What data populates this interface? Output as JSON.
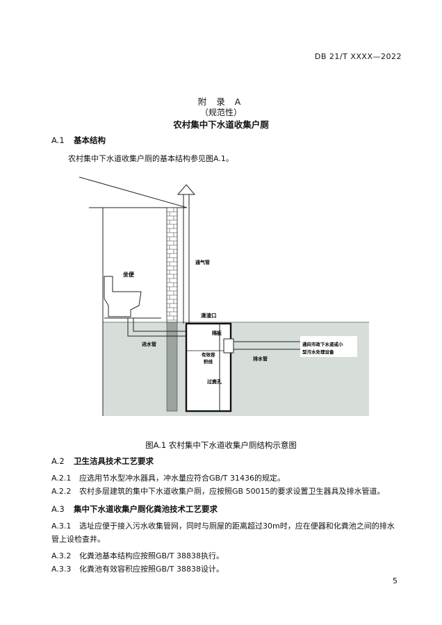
{
  "header": {
    "doc_code": "DB 21/T XXXX—2022"
  },
  "appendix": {
    "label": "附 录 A",
    "type": "（规范性）",
    "title": "农村集中下水道收集户厕"
  },
  "sections": {
    "a1": {
      "num": "A.1",
      "title": "基本结构",
      "text": "农村集中下水道收集户厕的基本结构参见图A.1。"
    },
    "a2": {
      "num": "A.2",
      "title": "卫生洁具技术工艺要求"
    },
    "a3": {
      "num": "A.3",
      "title": "集中下水道收集户厕化粪池技术工艺要求"
    }
  },
  "figure": {
    "labels": {
      "toilet": "坐便",
      "vent_pipe": "通气管",
      "cleanout": "清渣口",
      "partition": "隔板",
      "inlet_pipe": "进水管",
      "effective_volume_line_1": "有效容",
      "effective_volume_line_2": "积线",
      "overflow_hole": "过粪孔",
      "outlet_pipe": "排水管",
      "destination_line_1": "通向市政下水道或小",
      "destination_line_2": "型污水处理设备"
    },
    "caption": "图A.1  农村集中下水道收集户厕结构示意图"
  },
  "clauses": {
    "a2_1": {
      "num": "A.2.1",
      "text": "应选用节水型冲水器具，冲水量应符合GB/T 31436的规定。"
    },
    "a2_2": {
      "num": "A.2.2",
      "text": "农村多层建筑的集中下水道收集户厕，应按照GB 50015的要求设置卫生器具及排水管道。"
    },
    "a3_1": {
      "num": "A.3.1",
      "text": "选址应便于接入污水收集管网，同时与厕屋的距离超过30m时，应在便器和化粪池之间的排水管上设检查井。"
    },
    "a3_2": {
      "num": "A.3.2",
      "text": "化粪池基本结构应按照GB/T 38838执行。"
    },
    "a3_3": {
      "num": "A.3.3",
      "text": "化粪池有效容积应按照GB/T 38838设计。"
    }
  },
  "footer": {
    "page_number": "5"
  }
}
